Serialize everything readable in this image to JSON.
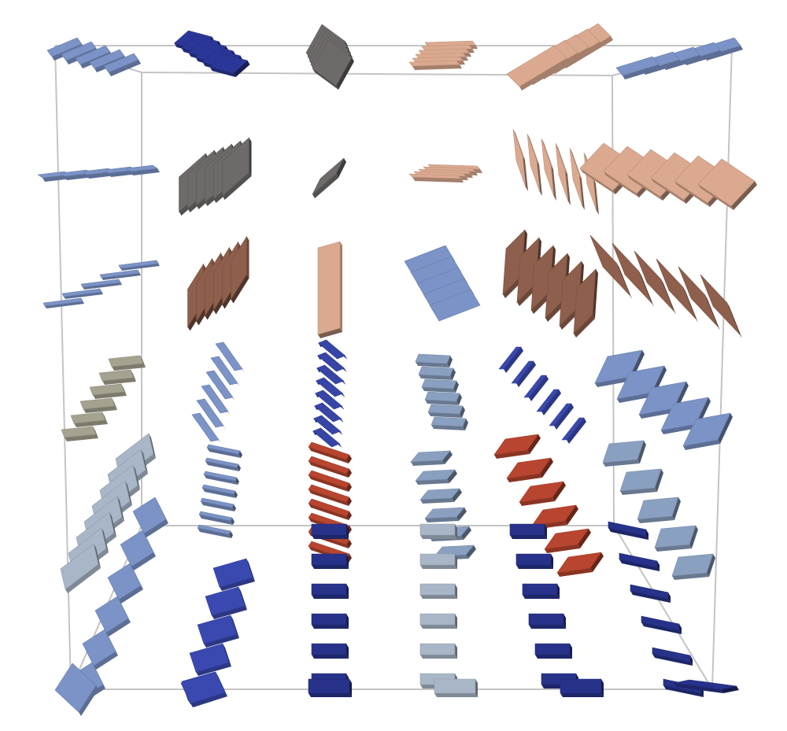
{
  "figure": {
    "kind": "3d-tensor-glyph-grid",
    "background": "#ffffff",
    "frame_color": "#c4c4c4",
    "rows": 7,
    "columns": 6,
    "glyph": "stack of thin rectangular plates in perspective",
    "palette": {
      "slate_blue": "#7b93c6",
      "navy": "#27328a",
      "royal_blue": "#3a49b0",
      "steel": "#8aa0c0",
      "charcoal": "#6e6a6a",
      "peach": "#dba98f",
      "brown": "#8e5f4c",
      "red": "#b8452f",
      "grey_green": "#a5a290",
      "light_grey": "#a9b6c8"
    }
  }
}
